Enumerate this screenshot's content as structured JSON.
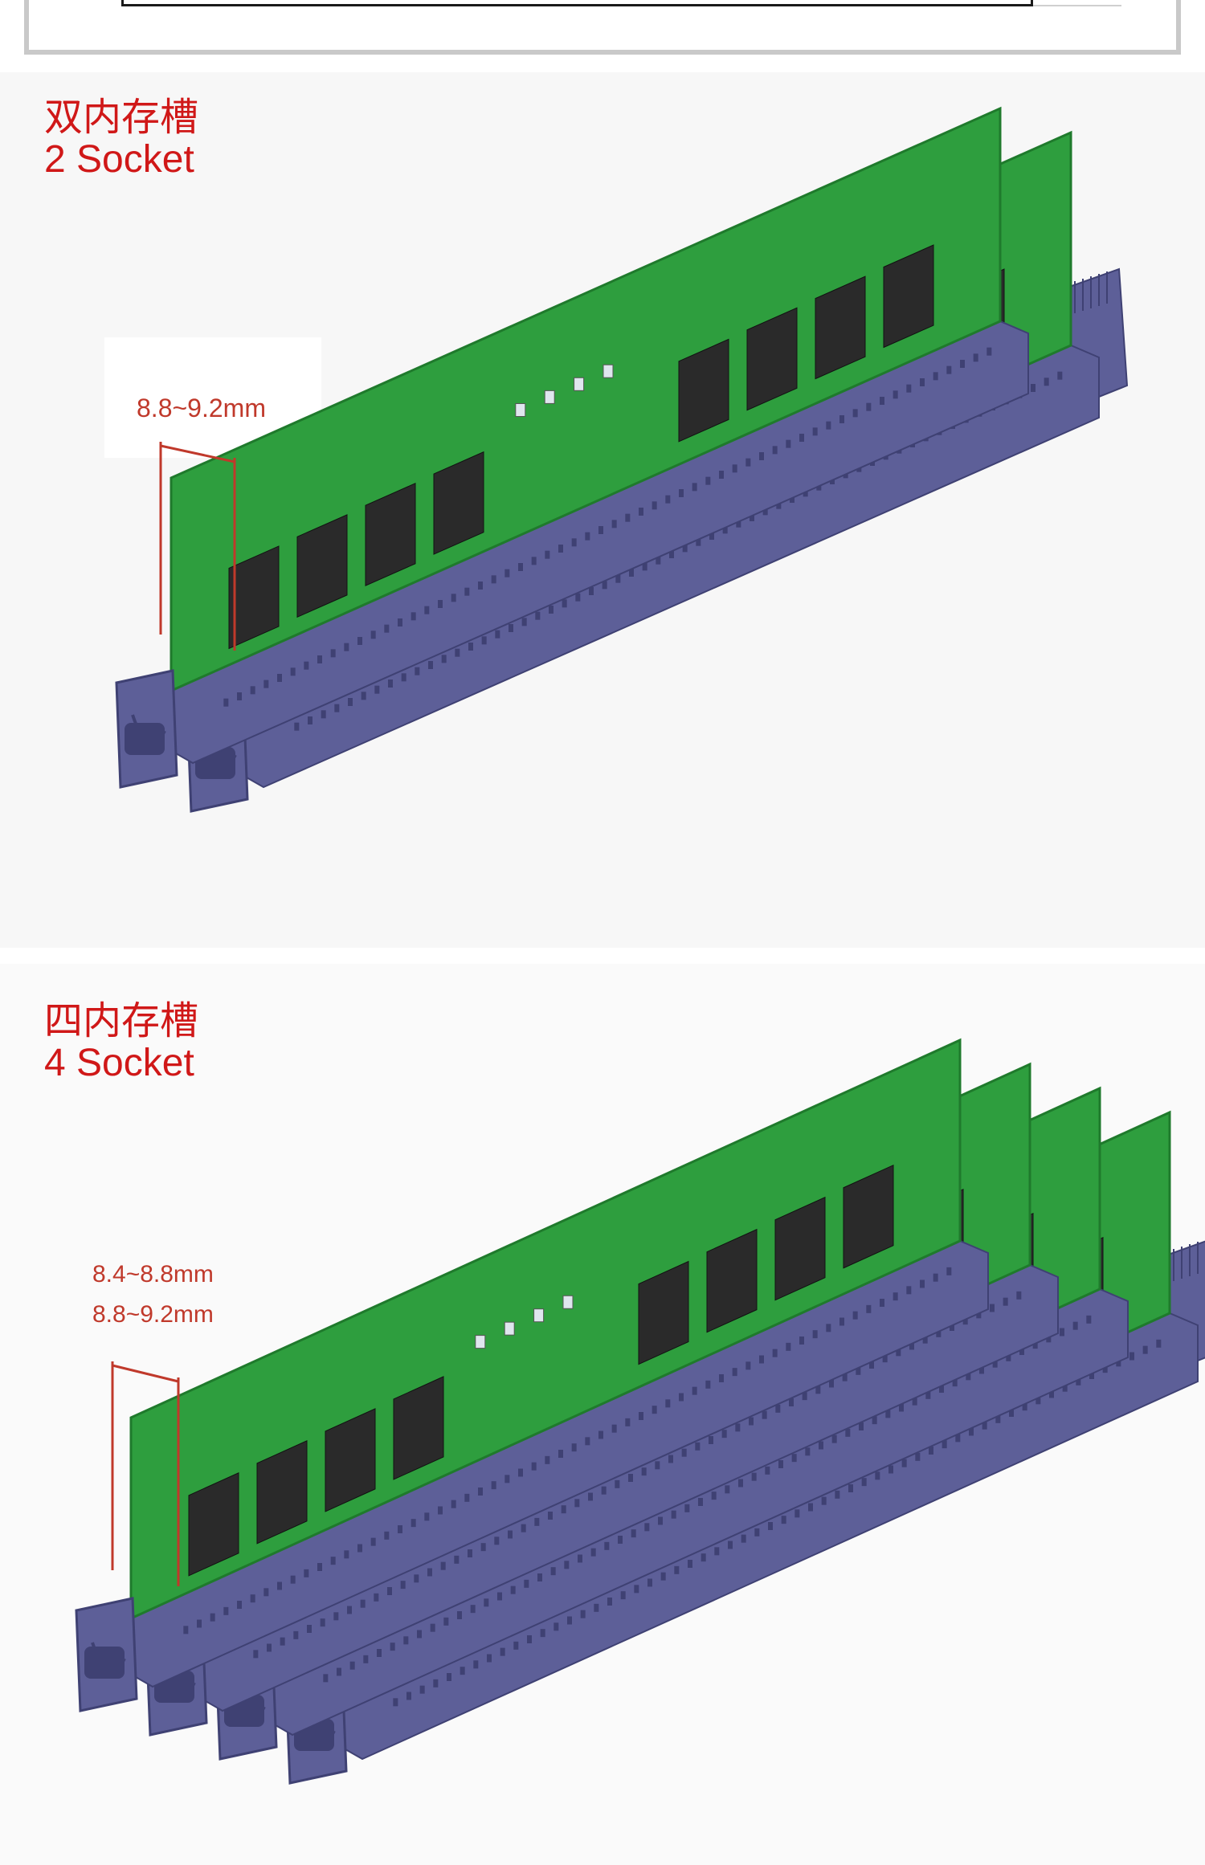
{
  "sections": [
    {
      "title_cn": "双内存槽",
      "title_en": "2 Socket",
      "dimensions": [
        "8.8~9.2mm"
      ],
      "socket_count": 2
    },
    {
      "title_cn": "四内存槽",
      "title_en": "4 Socket",
      "dimensions": [
        "8.4~8.8mm",
        "8.8~9.2mm"
      ],
      "socket_count": 4
    }
  ],
  "colors": {
    "title": "#d01818",
    "dimension": "#c0392b",
    "pcb": "#2e9e3e",
    "pcb_edge": "#1f7a2c",
    "chip": "#2a2a2a",
    "socket": "#5d5f98",
    "socket_dark": "#3f4173"
  }
}
